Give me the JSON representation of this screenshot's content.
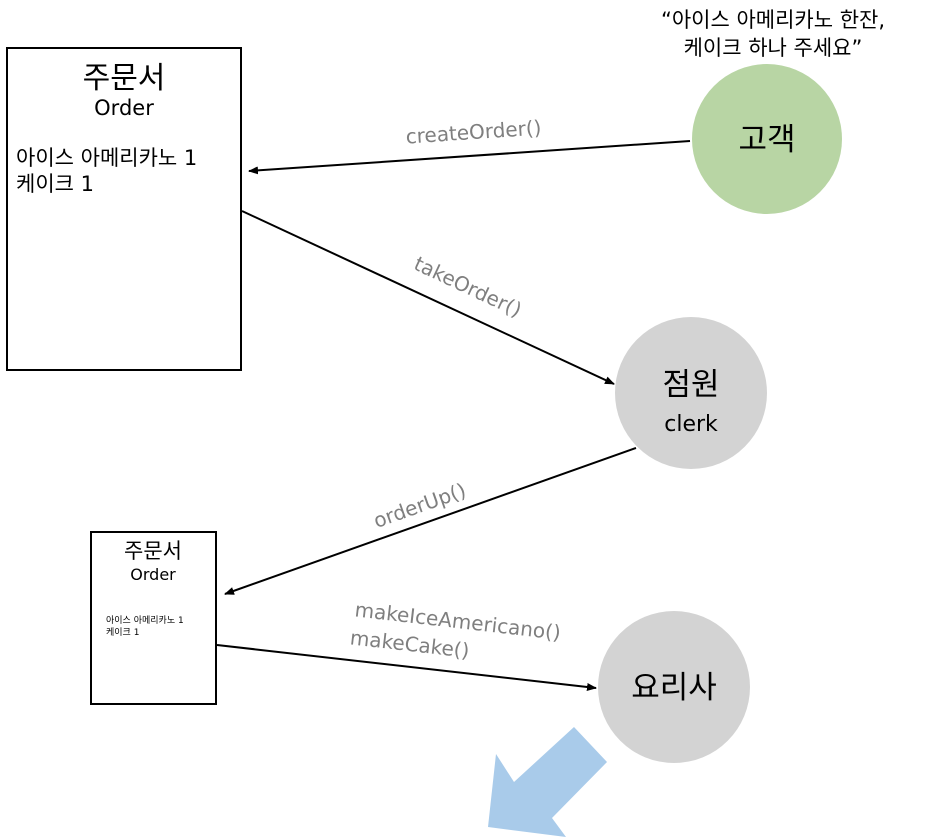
{
  "customer_quote": {
    "line1": "“아이스 아메리카노 한잔,",
    "line2": "케이크 하나 주세요”"
  },
  "order_large": {
    "title_ko": "주문서",
    "title_en": "Order",
    "item1": "아이스 아메리카노 1",
    "item2": "케이크 1"
  },
  "order_small": {
    "title_ko": "주문서",
    "title_en": "Order",
    "item1": "아이스 아메리카노 1",
    "item2": "케이크 1"
  },
  "actors": {
    "customer": {
      "label": "고객",
      "color": "#b8d5a4"
    },
    "clerk": {
      "label": "점원",
      "sublabel": "clerk",
      "color": "#d3d3d3"
    },
    "cook": {
      "label": "요리사",
      "color": "#d3d3d3"
    }
  },
  "messages": {
    "create_order": "createOrder()",
    "take_order": "takeOrder()",
    "order_up": "orderUp()",
    "make_ice_americano": "makeIceAmericano()",
    "make_cake": "makeCake()"
  },
  "colors": {
    "message_text": "#7f7f7f",
    "line": "#000000",
    "big_arrow": "#a9cbea"
  }
}
